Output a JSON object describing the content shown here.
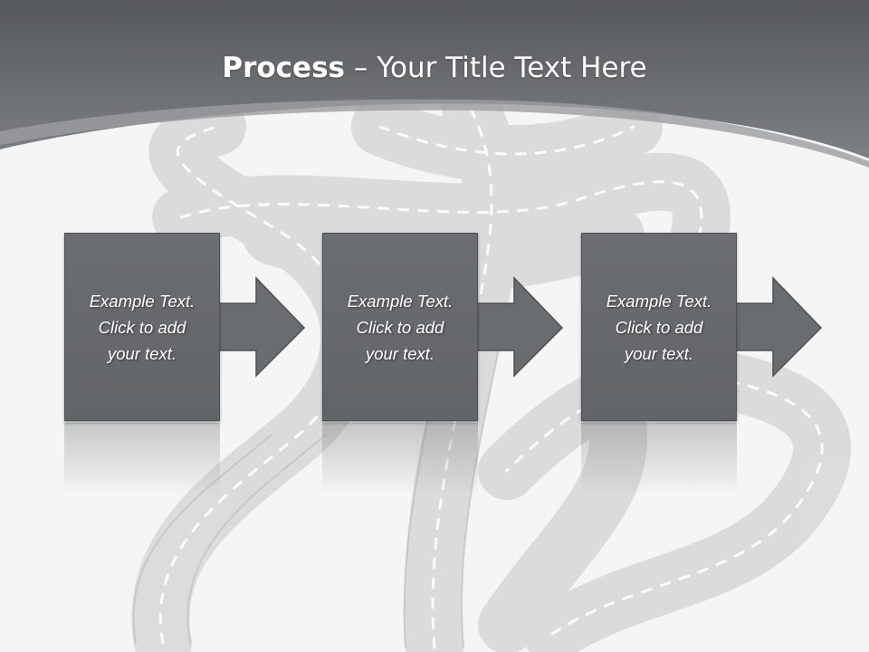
{
  "title": {
    "bold": "Process",
    "rest": " – Your Title Text Here"
  },
  "steps": [
    {
      "text": "Example Text.\nClick  to add\nyour text."
    },
    {
      "text": "Example Text.\nClick  to add\nyour text."
    },
    {
      "text": "Example Text.\nClick  to add\nyour text."
    }
  ],
  "colors": {
    "header": "#6b6e70",
    "box": "#666869",
    "background": "#f5f5f5",
    "text": "#ffffff"
  }
}
